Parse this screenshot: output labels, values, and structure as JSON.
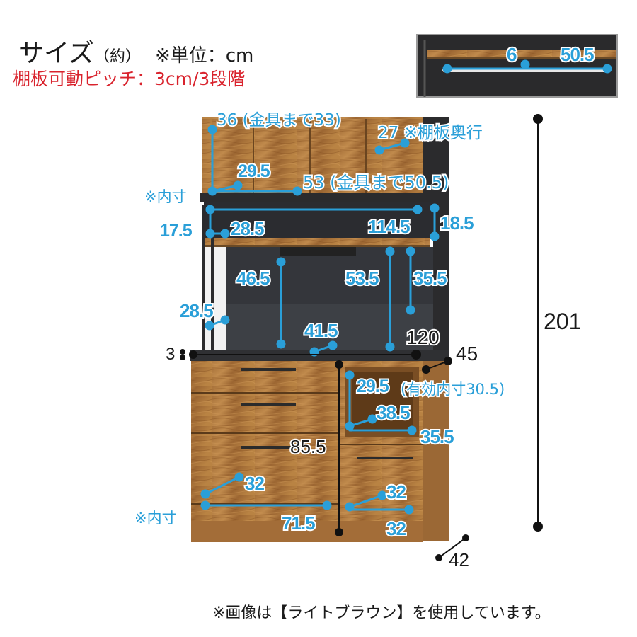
{
  "header": {
    "title": "サイズ",
    "title_note": "（約）",
    "unit": "※単位：cm",
    "shelf_pitch": "棚板可動ピッチ：3cm/3段階"
  },
  "inset": {
    "dim_a": "6",
    "dim_b": "50.5"
  },
  "upper": {
    "door_width": "36 (金具まで33)",
    "shelf_depth": "27 ※棚板奥行",
    "inner_note": "※内寸",
    "inner_depth": "29.5",
    "inner_width": "53 (金具まで50.5)",
    "open_shelf_height_left": "17.5",
    "open_shelf_depth": "28.5",
    "open_width": "114.5",
    "open_height_right": "18.5"
  },
  "middle": {
    "height_left": "46.5",
    "height_center": "53.5",
    "height_right": "35.5",
    "side_depth": "28.5",
    "counter_depth": "41.5",
    "total_width": "120",
    "total_depth": "45",
    "top_thickness": "3"
  },
  "lower": {
    "niche_depth": "29.5",
    "niche_depth_note": "(有効内寸30.5)",
    "niche_width": "38.5",
    "niche_depth_2": "35.5",
    "counter_height": "85.5",
    "inner_note": "※内寸",
    "left_drawer_depth": "32",
    "left_drawer_width": "71.5",
    "right_drawer_depth": "32",
    "right_drawer_width": "32",
    "base_depth": "42",
    "total_height": "201"
  },
  "footer": {
    "note": "※画像は【ライトブラウン】を使用しています。"
  },
  "colors": {
    "dimension": "#2a9fd8",
    "accent_text": "#d9232d",
    "frame": "#2b2b2d",
    "wood": "#b07a3c"
  }
}
